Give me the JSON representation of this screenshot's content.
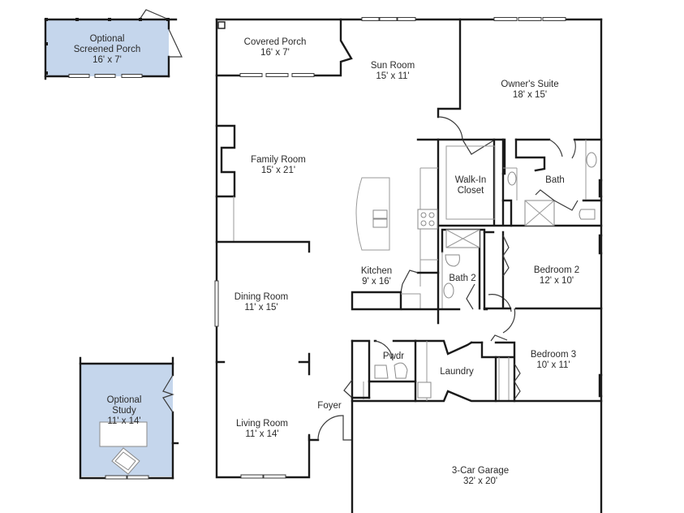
{
  "plan": {
    "type": "floor-plan",
    "colors": {
      "wall": "#1a1a1a",
      "optional_fill": "#c5d6ec",
      "fixture": "#8a8a8a",
      "text": "#2b2b2b",
      "background": "#ffffff"
    },
    "rooms": {
      "screened_porch": {
        "name_line1": "Optional",
        "name_line2": "Screened Porch",
        "size": "16' x 7'",
        "optional": true
      },
      "covered_porch": {
        "name": "Covered Porch",
        "size": "16' x 7'"
      },
      "sun_room": {
        "name": "Sun Room",
        "size": "15' x 11'"
      },
      "owners_suite": {
        "name": "Owner's Suite",
        "size": "18' x 15'"
      },
      "family_room": {
        "name": "Family Room",
        "size": "15' x 21'"
      },
      "walk_in_closet": {
        "name_line1": "Walk-In",
        "name_line2": "Closet"
      },
      "bath": {
        "name": "Bath"
      },
      "kitchen": {
        "name": "Kitchen",
        "size": "9' x 16'"
      },
      "bath_2": {
        "name": "Bath 2"
      },
      "bedroom_2": {
        "name": "Bedroom 2",
        "size": "12' x 10'"
      },
      "dining_room": {
        "name": "Dining Room",
        "size": "11' x 15'"
      },
      "pwdr": {
        "name": "Pwdr"
      },
      "laundry": {
        "name": "Laundry"
      },
      "bedroom_3": {
        "name": "Bedroom 3",
        "size": "10' x 11'"
      },
      "foyer": {
        "name": "Foyer"
      },
      "study": {
        "name_line1": "Optional",
        "name_line2": "Study",
        "size": "11' x 14'",
        "optional": true
      },
      "living_room": {
        "name": "Living Room",
        "size": "11' x 14'"
      },
      "garage": {
        "name": "3-Car Garage",
        "size": "32' x 20'"
      }
    }
  }
}
